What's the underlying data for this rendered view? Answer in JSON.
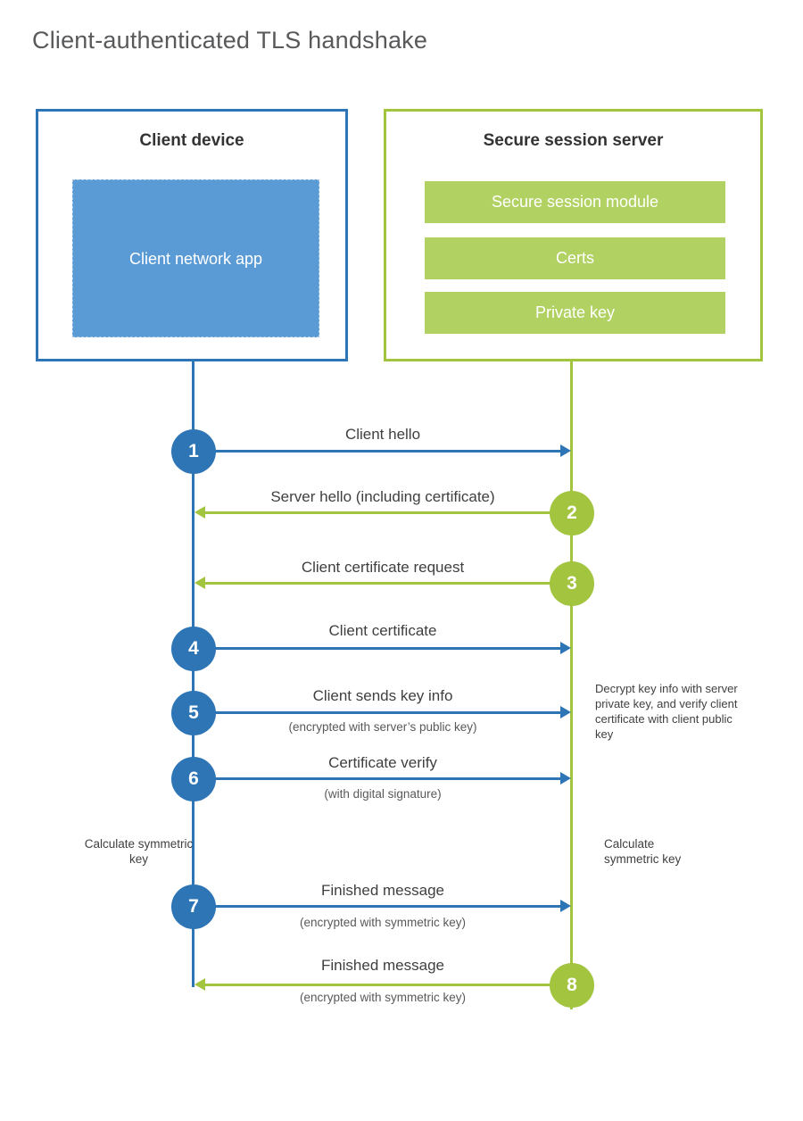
{
  "title": "Client-authenticated TLS handshake",
  "colors": {
    "blue": "#2e75b6",
    "blue_fill": "#5b9bd5",
    "green": "#a2c43e",
    "green_fill": "#b1d262"
  },
  "client": {
    "title": "Client device",
    "app": "Client network app"
  },
  "server": {
    "title": "Secure session server",
    "modules": [
      "Secure session module",
      "Certs",
      "Private key"
    ]
  },
  "steps": [
    {
      "num": "1",
      "direction": "right",
      "label": "Client hello",
      "sub": ""
    },
    {
      "num": "2",
      "direction": "left",
      "label": "Server hello (including certificate)",
      "sub": ""
    },
    {
      "num": "3",
      "direction": "left",
      "label": "Client certificate request",
      "sub": ""
    },
    {
      "num": "4",
      "direction": "right",
      "label": "Client certificate",
      "sub": ""
    },
    {
      "num": "5",
      "direction": "right",
      "label": "Client sends key info",
      "sub": "(encrypted with server’s public key)"
    },
    {
      "num": "6",
      "direction": "right",
      "label": "Certificate verify",
      "sub": "(with digital signature)"
    },
    {
      "num": "7",
      "direction": "right",
      "label": "Finished message",
      "sub": "(encrypted with symmetric key)"
    },
    {
      "num": "8",
      "direction": "left",
      "label": "Finished message",
      "sub": "(encrypted with symmetric key)"
    }
  ],
  "notes": {
    "decrypt": "Decrypt key info with server private key, and verify client certificate with client public key",
    "calc_left": "Calculate symmetric key",
    "calc_right": "Calculate symmetric key"
  }
}
